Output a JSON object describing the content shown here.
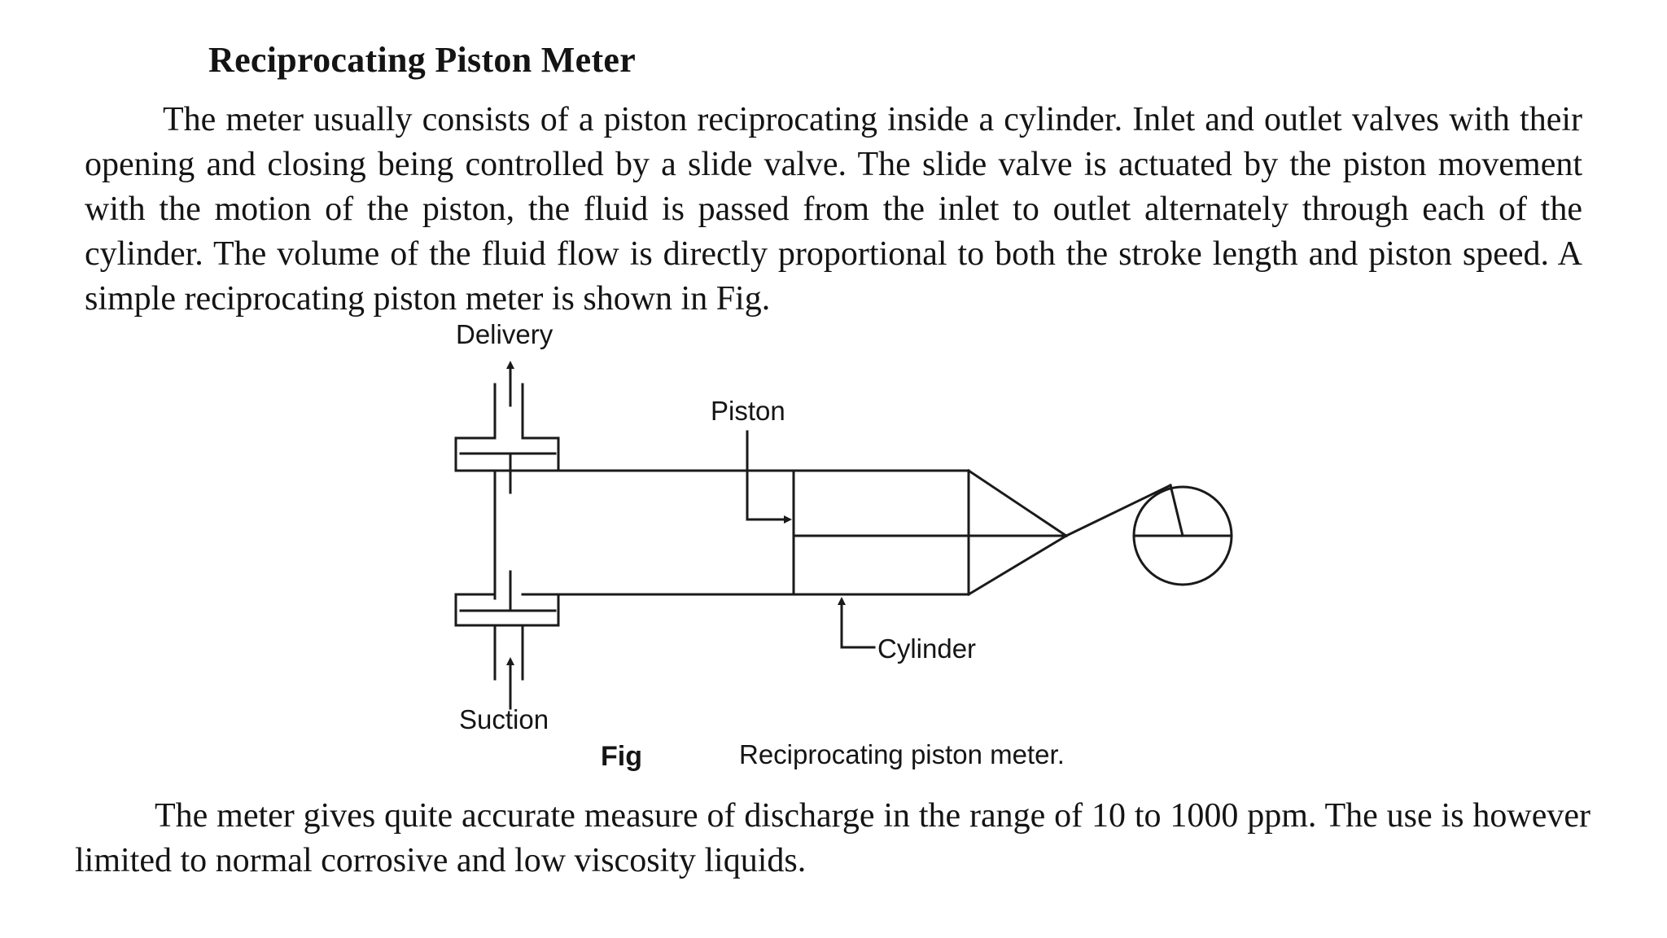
{
  "heading": "Reciprocating Piston Meter",
  "paragraph_1": "The meter usually consists of a piston reciprocating inside a cylinder. Inlet and outlet valves with their opening and closing being controlled by a slide valve. The slide valve is actuated by the piston movement with the motion of the piston, the fluid is passed from the inlet to outlet alternately through each of the cylinder. The volume of the fluid flow is directly proportional to both the stroke length and piston speed. A simple reciprocating piston meter is shown in Fig.",
  "figure": {
    "labels": {
      "delivery": "Delivery",
      "piston": "Piston",
      "cylinder": "Cylinder",
      "suction": "Suction"
    },
    "caption_label": "Fig",
    "caption_text": "Reciprocating piston meter."
  },
  "paragraph_2": "The meter gives quite accurate measure of discharge in the range of 10 to 1000 ppm. The use is however limited to normal corrosive and low viscosity liquids."
}
